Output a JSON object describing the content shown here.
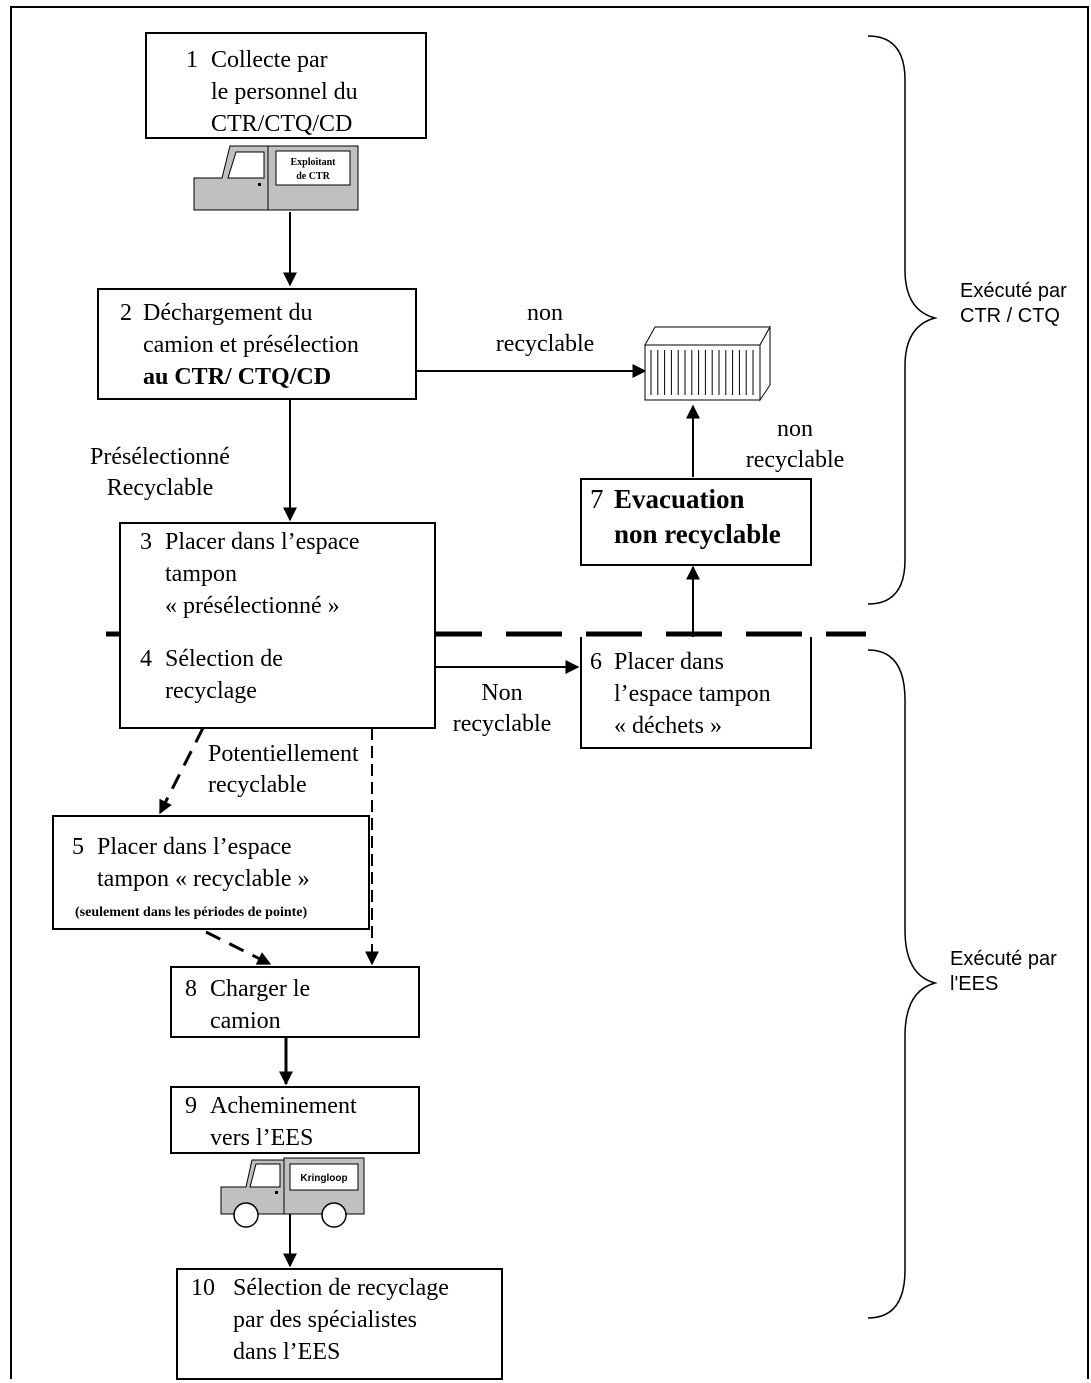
{
  "steps": {
    "s1": {
      "num": "1",
      "text": "Collecte par\nle personnel du\nCTR/CTQ/CD"
    },
    "s2": {
      "num": "2",
      "line1": "Déchargement du",
      "line2": "camion et présélection",
      "line3": "au CTR/ CTQ/CD"
    },
    "s3": {
      "num": "3",
      "text": "Placer dans l’espace\ntampon\n« présélectionné »"
    },
    "s4": {
      "num": "4",
      "text": "Sélection de\nrecyclage"
    },
    "s5": {
      "num": "5",
      "text": "Placer dans l’espace\ntampon « recyclable »",
      "note": "(seulement dans les périodes de pointe)"
    },
    "s6": {
      "num": "6",
      "text": "Placer dans\nl’espace tampon\n« déchets »"
    },
    "s7": {
      "num": "7",
      "text": "Evacuation\nnon recyclable"
    },
    "s8": {
      "num": "8",
      "text": "Charger le\ncamion"
    },
    "s9": {
      "num": "9",
      "text": "Acheminement\nvers l’EES"
    },
    "s10": {
      "num": "10",
      "text": "Sélection de recyclage\npar des spécialistes\ndans l’EES"
    }
  },
  "labels": {
    "non_recyclable_top": "non\nrecyclable",
    "non_recyclable_right": "non\nrecyclable",
    "preselected_recyclable": "Présélectionné\nRecyclable",
    "non_recyclable_mid": "Non\nrecyclable",
    "potentially_recyclable": "Potentiellement\nrecyclable"
  },
  "brackets": {
    "top": "Exécuté par\nCTR / CTQ",
    "bottom": "Exécuté par\nl'EES"
  },
  "trucks": {
    "operator_sign": [
      "Exploitant",
      "de CTR"
    ],
    "kringloop_sign": "Kringloop"
  },
  "icons": {
    "container": "waste-container-icon",
    "truck1": "operator-truck-icon",
    "truck2": "kringloop-truck-icon"
  },
  "colors": {
    "truck_fill": "#c0c0c0",
    "line": "#000000",
    "background": "#ffffff"
  }
}
